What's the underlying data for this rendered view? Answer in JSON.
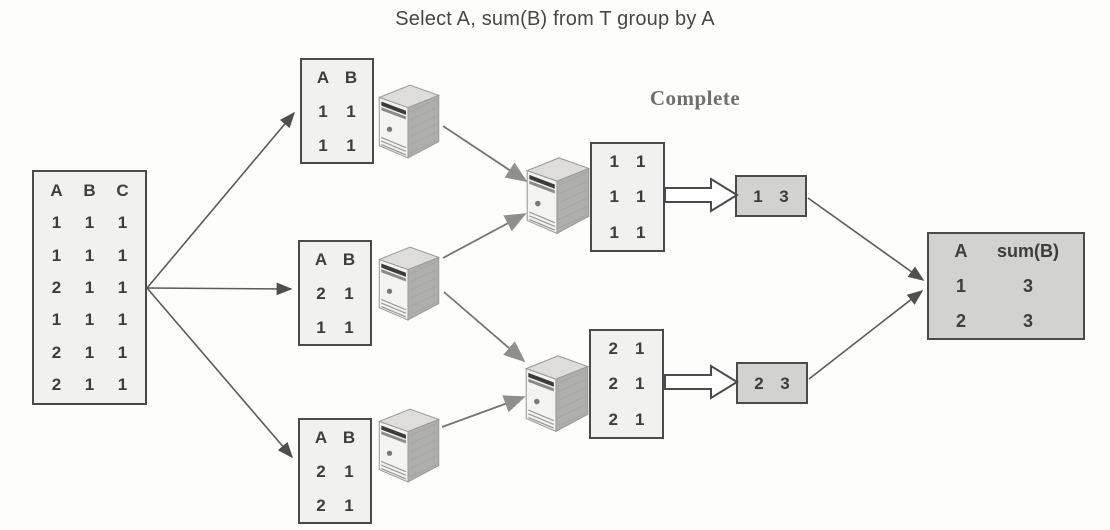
{
  "title": "Select A, sum(B) from T group by A",
  "labels": {
    "complete": "Complete"
  },
  "colors": {
    "table_fill": "#f1f1ee",
    "result_fill": "#d2d2cf",
    "border": "#4a4a4a",
    "text": "#3d3d3d",
    "complete_label": "#6f6f6f",
    "arrow": "#5a5a5a",
    "fat_arrowhead": "#8f8f8d"
  },
  "icons": {
    "server": "server-icon"
  },
  "source_table": {
    "headers": [
      "A",
      "B",
      "C"
    ],
    "rows": [
      [
        "1",
        "1",
        "1"
      ],
      [
        "1",
        "1",
        "1"
      ],
      [
        "2",
        "1",
        "1"
      ],
      [
        "1",
        "1",
        "1"
      ],
      [
        "2",
        "1",
        "1"
      ],
      [
        "2",
        "1",
        "1"
      ]
    ]
  },
  "partitions": [
    {
      "headers": [
        "A",
        "B"
      ],
      "rows": [
        [
          "1",
          "1"
        ],
        [
          "1",
          "1"
        ]
      ]
    },
    {
      "headers": [
        "A",
        "B"
      ],
      "rows": [
        [
          "2",
          "1"
        ],
        [
          "1",
          "1"
        ]
      ]
    },
    {
      "headers": [
        "A",
        "B"
      ],
      "rows": [
        [
          "2",
          "1"
        ],
        [
          "2",
          "1"
        ]
      ]
    }
  ],
  "shuffled": [
    {
      "rows": [
        [
          "1",
          "1"
        ],
        [
          "1",
          "1"
        ],
        [
          "1",
          "1"
        ]
      ]
    },
    {
      "rows": [
        [
          "2",
          "1"
        ],
        [
          "2",
          "1"
        ],
        [
          "2",
          "1"
        ]
      ]
    }
  ],
  "partials": [
    {
      "values": [
        "1",
        "3"
      ]
    },
    {
      "values": [
        "2",
        "3"
      ]
    }
  ],
  "result_table": {
    "headers": [
      "A",
      "sum(B)"
    ],
    "rows": [
      [
        "1",
        "3"
      ],
      [
        "2",
        "3"
      ]
    ]
  }
}
